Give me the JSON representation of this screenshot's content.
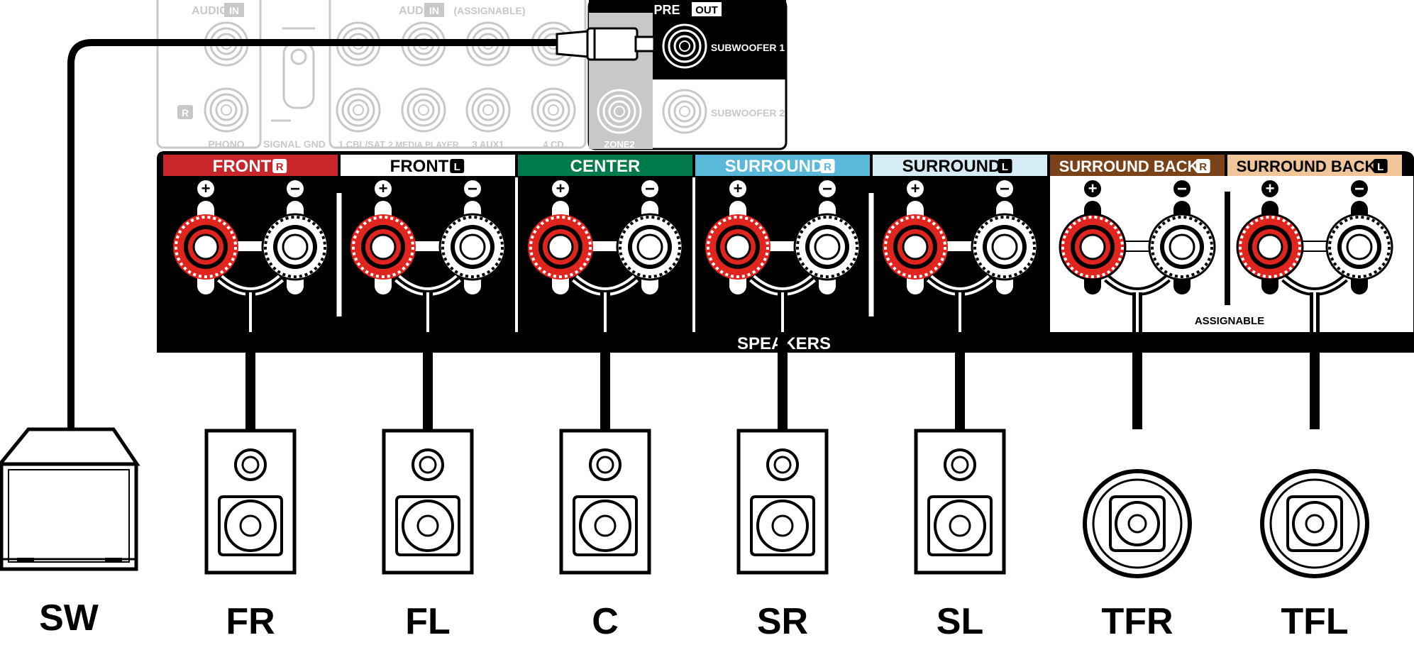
{
  "audio_in_top": {
    "audio_label": "AUDIO",
    "in_badge": "IN",
    "r_badge": "R",
    "phono": "PHONO",
    "signal_gnd": "SIGNAL GND"
  },
  "audio_in_assignable": {
    "audio_label": "AUDIO",
    "in_badge": "IN",
    "assignable": "(ASSIGNABLE)",
    "inputs": [
      "1 CBL/SAT",
      "2 MEDIA PLAYER",
      "3 AUX1",
      "4 CD"
    ]
  },
  "pre_out": {
    "pre_label": "PRE",
    "out_badge": "OUT",
    "sub1": "SUBWOOFER 1",
    "sub2": "SUBWOOFER 2",
    "zone2": "ZONE2"
  },
  "channels": [
    {
      "label": "FRONT",
      "side": "R",
      "header_bg": "#c8262b",
      "header_fg": "#ffffff",
      "badge_style": "dark",
      "speaker": "FR"
    },
    {
      "label": "FRONT",
      "side": "L",
      "header_bg": "#ffffff",
      "header_fg": "#000000",
      "badge_style": "light",
      "speaker": "FL"
    },
    {
      "label": "CENTER",
      "side": "",
      "header_bg": "#007a4b",
      "header_fg": "#ffffff",
      "badge_style": "dark",
      "speaker": "C"
    },
    {
      "label": "SURROUND",
      "side": "R",
      "header_bg": "#5ab9d8",
      "header_fg": "#ffffff",
      "badge_style": "dark",
      "speaker": "SR"
    },
    {
      "label": "SURROUND",
      "side": "L",
      "header_bg": "#d6ecf5",
      "header_fg": "#000000",
      "badge_style": "light",
      "speaker": "SL"
    },
    {
      "label": "SURROUND BACK",
      "side": "R",
      "header_bg": "#7a4219",
      "header_fg": "#ffffff",
      "badge_style": "dark",
      "speaker": "TFR"
    },
    {
      "label": "SURROUND BACK",
      "side": "L",
      "header_bg": "#f0c59a",
      "header_fg": "#000000",
      "badge_style": "light",
      "speaker": "TFL"
    }
  ],
  "panel": {
    "speakers_label": "SPEAKERS",
    "assignable_label": "ASSIGNABLE",
    "plus": "+",
    "minus": "−"
  },
  "subwoofer": {
    "label": "SW"
  },
  "colors": {
    "red_terminal": "#e0251f",
    "panel_black": "#000000",
    "faded_gray": "#c8c8c8"
  }
}
